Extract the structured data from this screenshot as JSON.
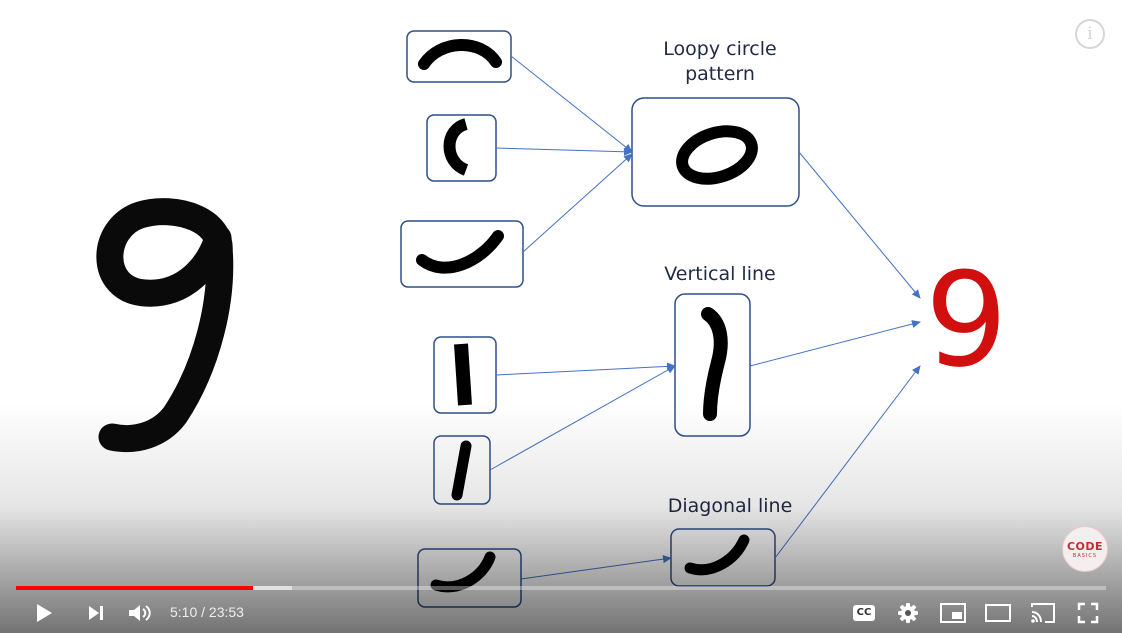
{
  "slide": {
    "labels": {
      "loopy_line1": "Loopy circle",
      "loopy_line2": "pattern",
      "vertical": "Vertical line",
      "diagonal": "Diagonal line"
    },
    "result_digit": "9",
    "colors": {
      "ink": "#000000",
      "box_border": "#2f4f8a",
      "arrow": "#4472c4",
      "result": "#d10f0f",
      "label_text": "#1f2a44"
    }
  },
  "brand_logo": {
    "line1": "CODE",
    "line2": "BASICS"
  },
  "player": {
    "current_time": "5:10",
    "separator": " / ",
    "duration": "23:53",
    "progress": 0.217,
    "buffered": 0.253,
    "progress_color": "#ff0000",
    "info_glyph": "i",
    "icons": [
      "play-icon",
      "next-icon",
      "volume-icon",
      "captions-icon",
      "settings-icon",
      "miniplayer-icon",
      "theater-icon",
      "cast-icon",
      "fullscreen-icon"
    ],
    "cc_label": "CC"
  }
}
